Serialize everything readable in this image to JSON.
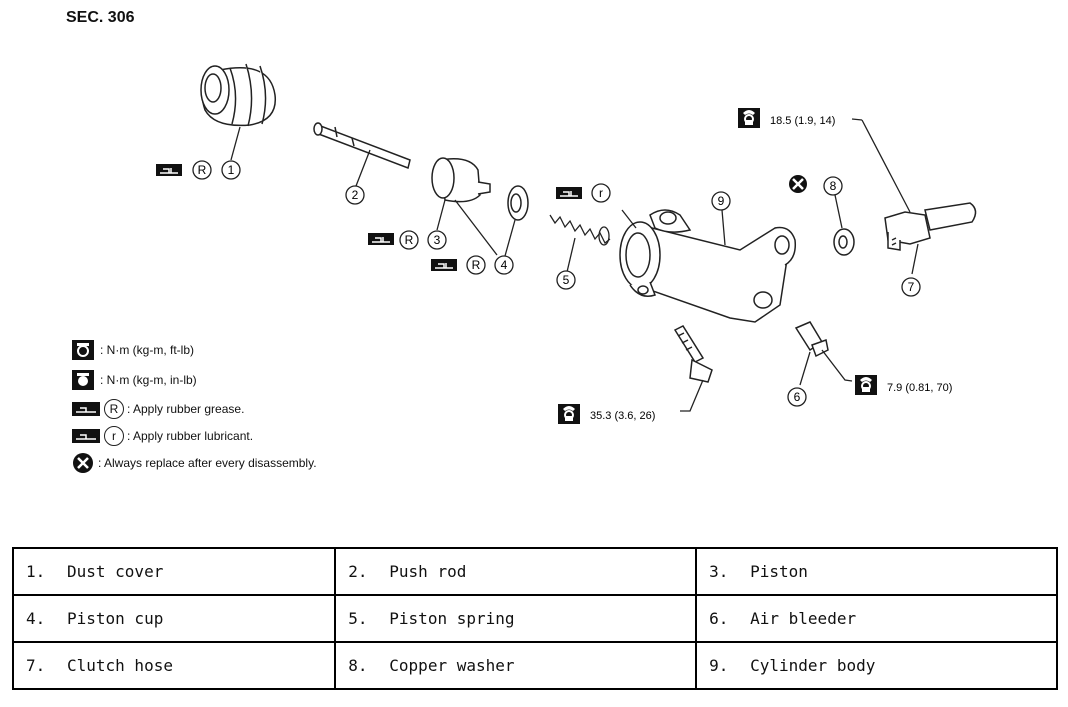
{
  "section": "SEC. 306",
  "callouts": {
    "c1": "1",
    "c2": "2",
    "c3": "3",
    "c4": "4",
    "c5": "5",
    "c6": "6",
    "c7": "7",
    "c8": "8",
    "c9": "9",
    "grease_symbol": "R",
    "lube_symbol": "r"
  },
  "torques": {
    "clutch_hose": "18.5 (1.9, 14)",
    "cylinder_bolt": "35.3 (3.6, 26)",
    "air_bleeder": "7.9 (0.81, 70)"
  },
  "legend": [
    {
      "icon": "torque-icon",
      "text": ": N·m (kg-m, ft-lb)"
    },
    {
      "icon": "torque-inlb-icon",
      "text": ": N·m (kg-m, in-lb)"
    },
    {
      "icon": "grease-icon",
      "symbol": "R",
      "text": ": Apply rubber grease."
    },
    {
      "icon": "lubricant-icon",
      "symbol": "r",
      "text": ": Apply rubber lubricant."
    },
    {
      "icon": "replace-icon",
      "text": ": Always replace after every disassembly."
    }
  ],
  "parts": [
    [
      {
        "num": "1.",
        "name": "Dust cover"
      },
      {
        "num": "2.",
        "name": "Push rod"
      },
      {
        "num": "3.",
        "name": "Piston"
      }
    ],
    [
      {
        "num": "4.",
        "name": "Piston cup"
      },
      {
        "num": "5.",
        "name": "Piston spring"
      },
      {
        "num": "6.",
        "name": "Air bleeder"
      }
    ],
    [
      {
        "num": "7.",
        "name": "Clutch hose"
      },
      {
        "num": "8.",
        "name": "Copper washer"
      },
      {
        "num": "9.",
        "name": "Cylinder body"
      }
    ]
  ]
}
